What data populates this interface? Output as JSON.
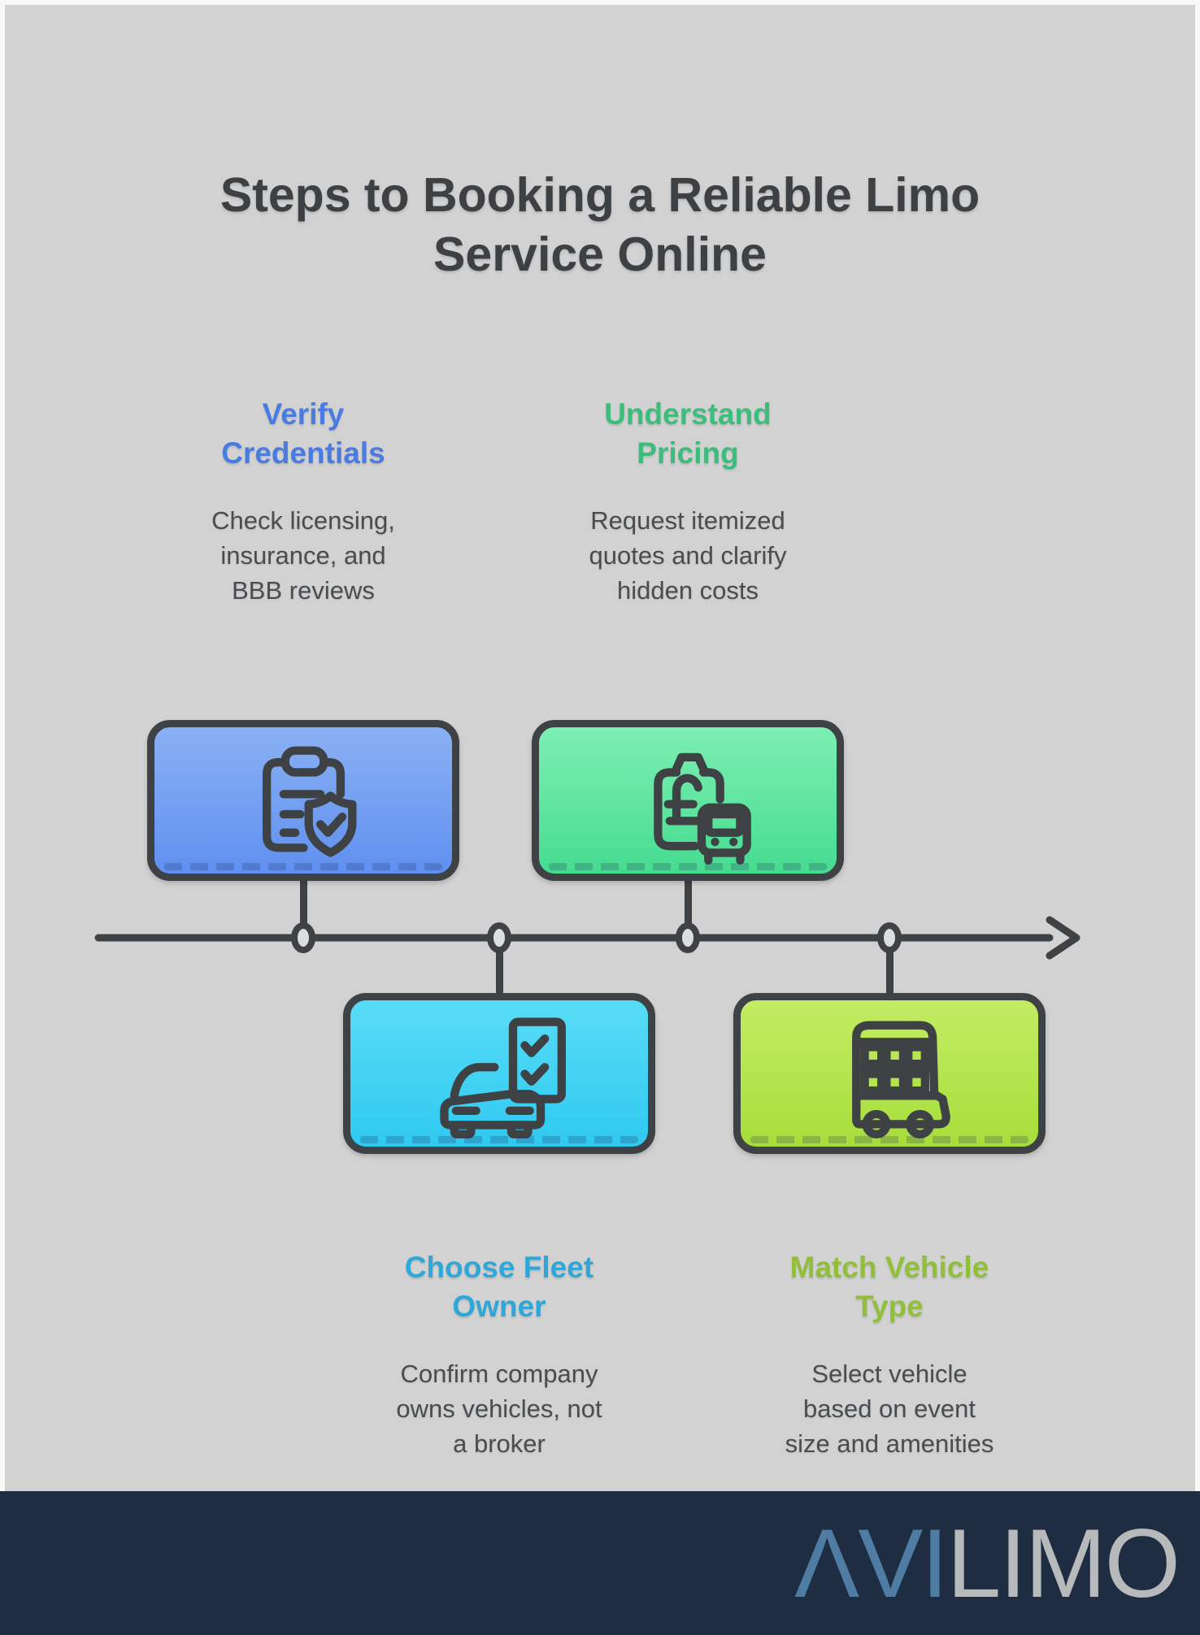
{
  "title": "Steps to Booking a Reliable Limo\nService Online",
  "colors": {
    "canvas_background": "#d2d2d2",
    "frame": "#f7f9f8",
    "outline": "#3f4245",
    "title_text": "#3e4144",
    "description_text": "#4a4d4f"
  },
  "steps": [
    {
      "label": "Verify\nCredentials",
      "description": "Check licensing,\ninsurance, and\nBBB reviews",
      "label_color": "#4a7be0",
      "box_top": "#8ab1f4",
      "box_bottom": "#5f90ef",
      "icon": "clipboard-shield-icon",
      "position": "above-timeline"
    },
    {
      "label": "Understand\nPricing",
      "description": "Request itemized\nquotes and clarify\nhidden costs",
      "label_color": "#3cbd7c",
      "box_top": "#7defb3",
      "box_bottom": "#45dc90",
      "icon": "price-tag-bus-icon",
      "position": "above-timeline"
    },
    {
      "label": "Choose Fleet\nOwner",
      "description": "Confirm company\nowns vehicles, not\na broker",
      "label_color": "#2fa7d9",
      "box_top": "#58dcf6",
      "box_bottom": "#2fc9f0",
      "icon": "car-checklist-icon",
      "position": "below-timeline"
    },
    {
      "label": "Match Vehicle\nType",
      "description": "Select vehicle\nbased on event\nsize and amenities",
      "label_color": "#92bf3a",
      "box_top": "#c3ec63",
      "box_bottom": "#a6de3a",
      "icon": "double-decker-bus-icon",
      "position": "below-timeline"
    }
  ],
  "footer": {
    "logo_prefix": "ΛVI",
    "logo_suffix": "LIMO",
    "logo_prefix_color": "#4e7ca3",
    "logo_suffix_color": "#b7b9bb",
    "background": "#1e2d42"
  }
}
